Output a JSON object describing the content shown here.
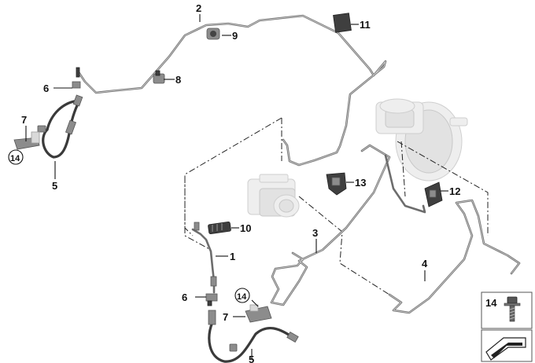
{
  "callouts": {
    "c1": "1",
    "c2": "2",
    "c3": "3",
    "c4": "4",
    "c5a": "5",
    "c5b": "5",
    "c6a": "6",
    "c6b": "6",
    "c7a": "7",
    "c7b": "7",
    "c8": "8",
    "c9": "9",
    "c10": "10",
    "c11": "11",
    "c12": "12",
    "c13": "13",
    "c14a": "14",
    "c14b": "14"
  },
  "legend": {
    "bolt_label": "14"
  }
}
